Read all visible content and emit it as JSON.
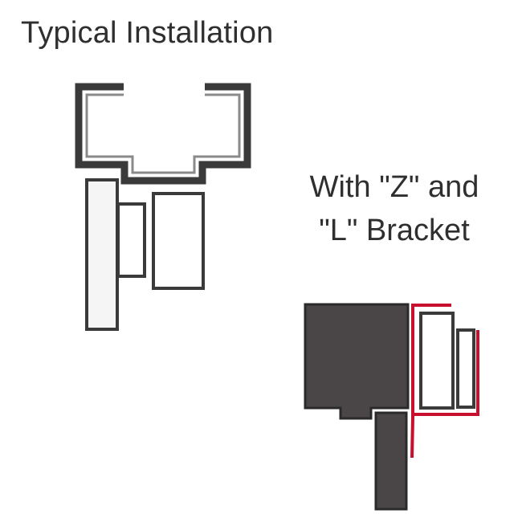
{
  "typical": {
    "title": "Typical Installation"
  },
  "bracket": {
    "label_line1": "With \"Z\" and",
    "label_line2": "\"L\" Bracket"
  },
  "colors": {
    "outline": "#3a3a3a",
    "fill_dark": "#4a4546",
    "bracket_red": "#c8102e",
    "background": "#ffffff",
    "text": "#2f2f2f"
  },
  "icons": {
    "typical_diagram": "track-cross-section-diagram",
    "bracket_diagram": "z-l-bracket-cross-section-diagram"
  }
}
